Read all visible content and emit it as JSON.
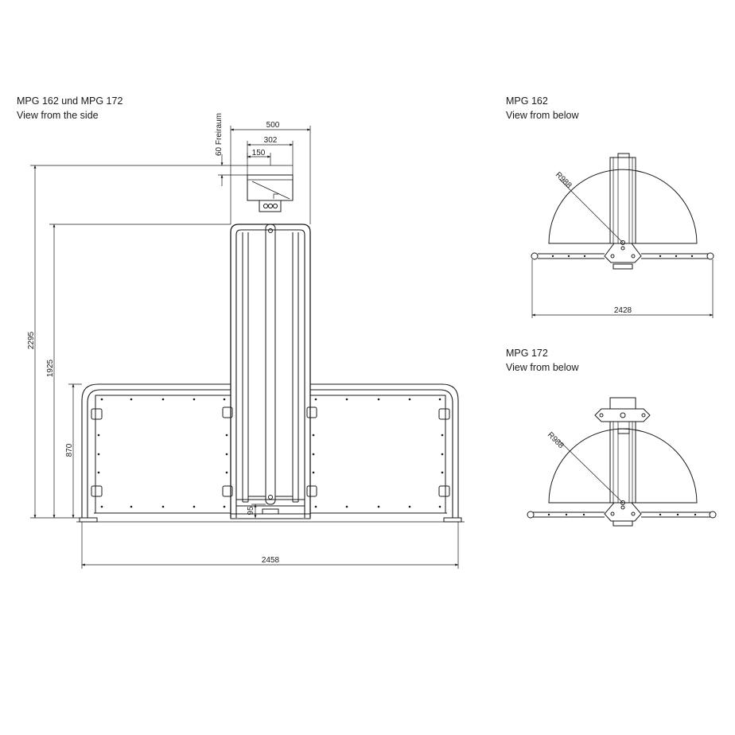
{
  "captions": {
    "side": {
      "line1": "MPG 162 und MPG 172",
      "line2": "View from the side"
    },
    "below162": {
      "line1": "MPG 162",
      "line2": "View from below"
    },
    "below172": {
      "line1": "MPG 172",
      "line2": "View from below"
    }
  },
  "dimensions": {
    "top_width": "500",
    "housing_width": "302",
    "column_width": "150",
    "clearance": "60 Freiraum",
    "total_height": "2295",
    "gate_height": "1925",
    "panel_height": "870",
    "bottom_gap": "95",
    "total_width": "2458",
    "radius_162": "R988",
    "width_162": "2428",
    "radius_172": "R988"
  }
}
